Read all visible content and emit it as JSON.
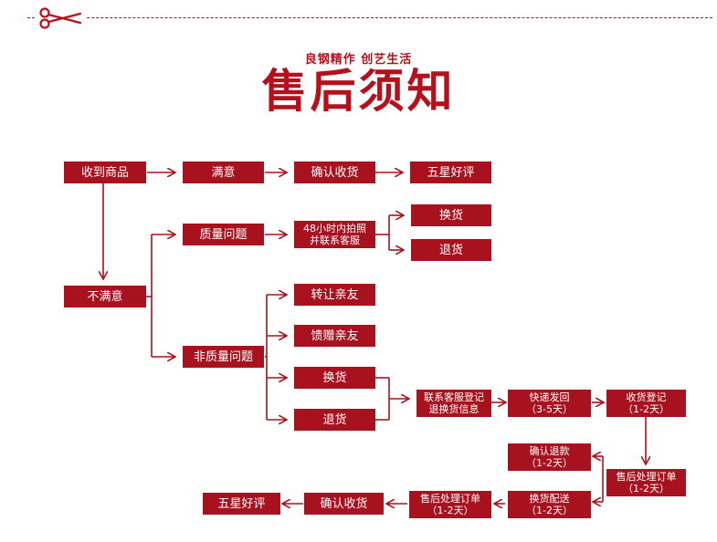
{
  "header": {
    "slogan": "良钢精作 创艺生活",
    "title": "售后须知"
  },
  "decor": {
    "scissors_icon": "scissors-icon",
    "brand_color": "#a8121f"
  },
  "nodes": {
    "receive": {
      "l1": "收到商品"
    },
    "satisfied": {
      "l1": "满意"
    },
    "confirm_receipt_top": {
      "l1": "确认收货"
    },
    "five_star_top": {
      "l1": "五星好评"
    },
    "unsatisfied": {
      "l1": "不满意"
    },
    "quality_issue": {
      "l1": "质量问题"
    },
    "photo_contact": {
      "l1": "48小时内拍照",
      "l2": "并联系客服"
    },
    "exchange_q": {
      "l1": "换货"
    },
    "return_q": {
      "l1": "退货"
    },
    "non_quality_issue": {
      "l1": "非质量问题"
    },
    "transfer_friends": {
      "l1": "转让亲友"
    },
    "gift_friends": {
      "l1": "馈赠亲友"
    },
    "exchange_n": {
      "l1": "换货"
    },
    "return_n": {
      "l1": "退货"
    },
    "contact_register": {
      "l1": "联系客服登记",
      "l2": "退换货信息"
    },
    "express_back": {
      "l1": "快递发回",
      "l2": "（3-5天）"
    },
    "receipt_register": {
      "l1": "收货登记",
      "l2": "（1-2天）"
    },
    "confirm_refund": {
      "l1": "确认退款",
      "l2": "（1-2天）"
    },
    "process_order_right": {
      "l1": "售后处理订单",
      "l2": "（1-2天）"
    },
    "exchange_delivery": {
      "l1": "换货配送",
      "l2": "（1-2天）"
    },
    "process_order_left": {
      "l1": "售后处理订单",
      "l2": "（1-2天）"
    },
    "confirm_receipt_bottom": {
      "l1": "确认收货"
    },
    "five_star_bottom": {
      "l1": "五星好评"
    }
  }
}
